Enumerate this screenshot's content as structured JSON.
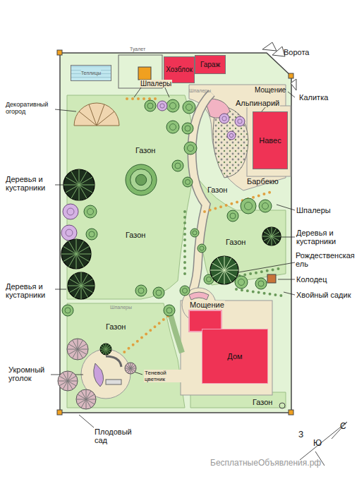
{
  "diagram": {
    "nodes": [
      {
        "text": [
          "Теплицы"
        ]
      },
      {
        "text": [
          "Хозблок"
        ]
      },
      {
        "text": [
          "Гараж"
        ]
      },
      {
        "text": [
          "Навес"
        ]
      },
      {
        "text": [
          "Дом"
        ]
      }
    ],
    "labels": [
      "Ворота",
      "Калитка",
      "Мощение",
      "Туалет",
      "Шпалеры",
      "Шпалеры",
      "Декоративный огород",
      "Альпинарий",
      "Газон",
      "Деревья и кустарники",
      "Газон",
      "Барбекю",
      "Шпалеры",
      "Газон",
      "Газон",
      "Деревья и кустарники",
      "Рождественская ель",
      "Колодец",
      "Деревья и кустарники",
      "Хвойный садик",
      "Шпалеры",
      "Мощение",
      "Газон",
      "Укромный уголок",
      "Теневой цветник",
      "Газон",
      "Плодовый сад",
      "З",
      "Ю",
      "С",
      "БесплатныеОбъявления.рф"
    ]
  }
}
